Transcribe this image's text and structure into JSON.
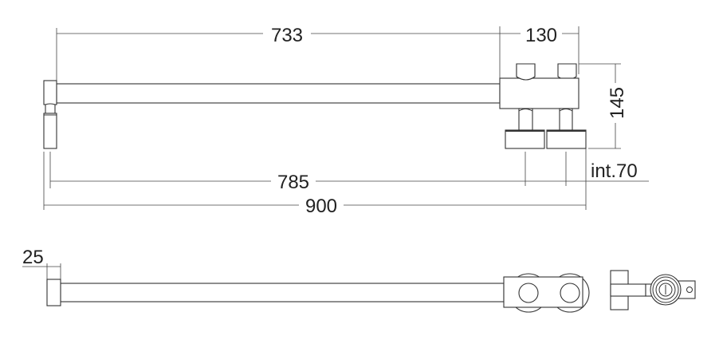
{
  "drawing": {
    "units": "mm",
    "front_view": {
      "dim_bar_length": "733",
      "dim_manifold_width": "130",
      "dim_height": "145",
      "dim_inlet_spacing": "int.70",
      "dim_to_inlet": "785",
      "dim_overall": "900"
    },
    "top_view": {
      "dim_depth": "25"
    }
  }
}
